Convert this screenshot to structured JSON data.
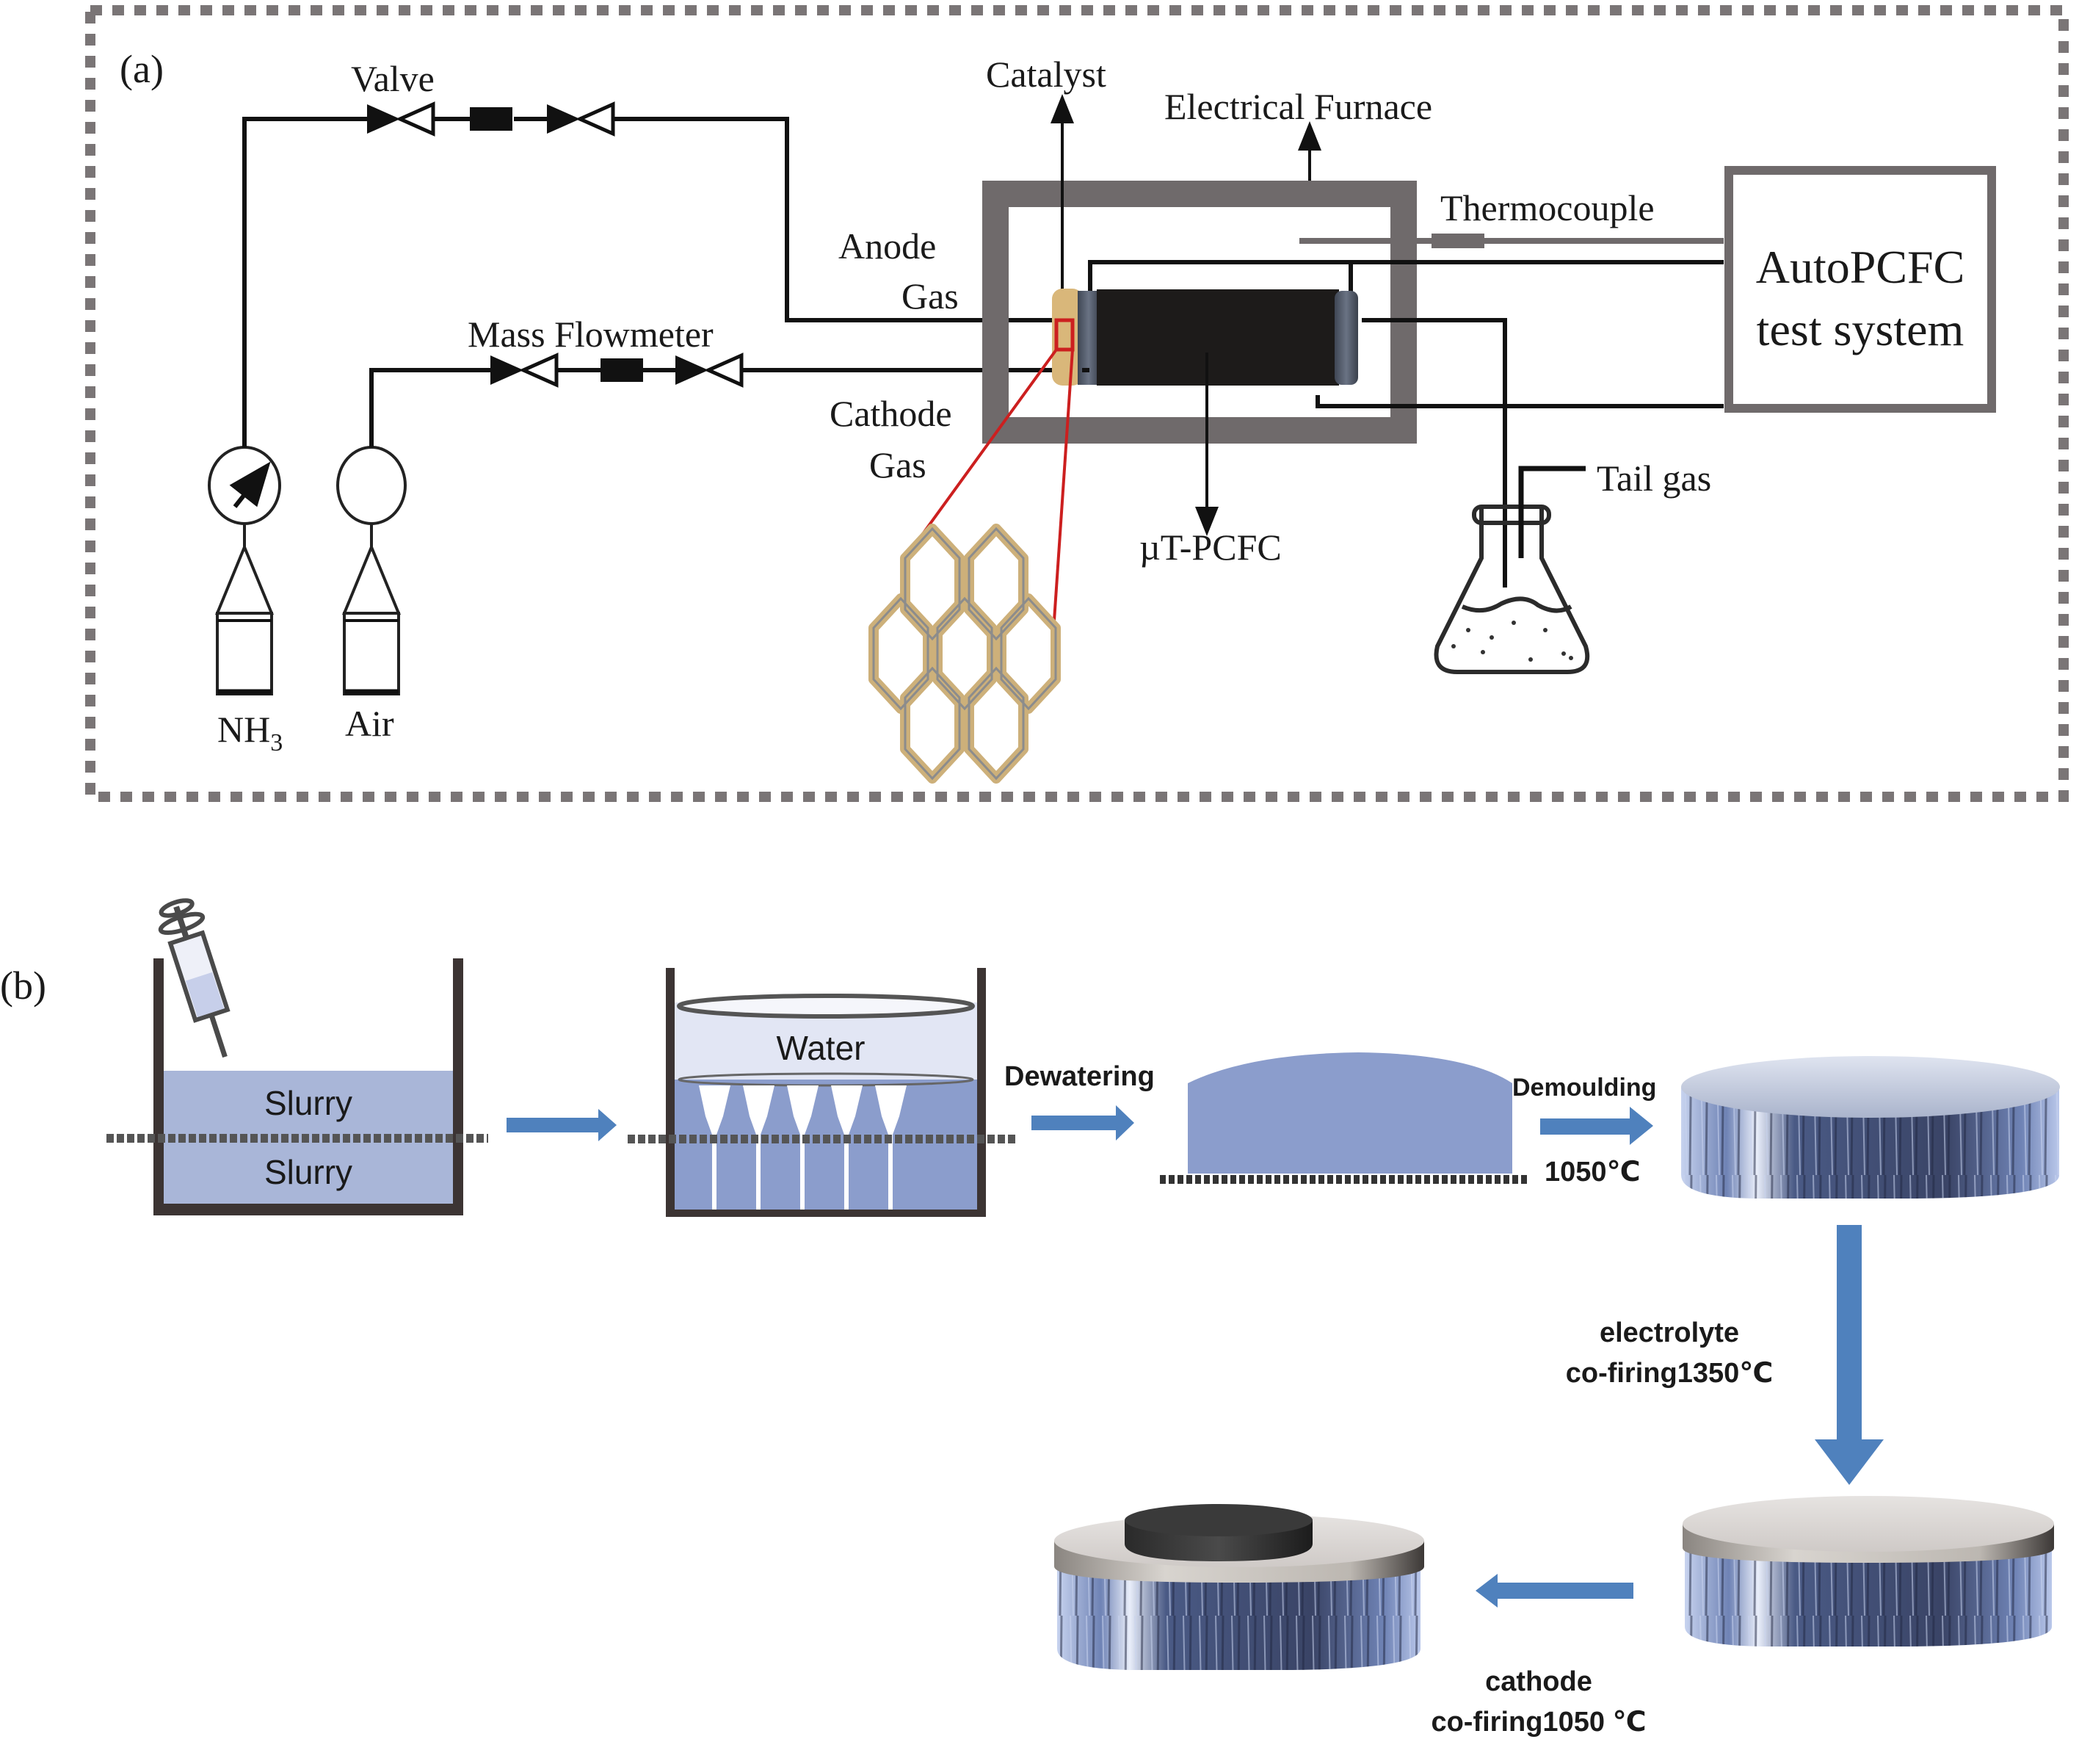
{
  "panel_a": {
    "label": "(a)",
    "valve": "Valve",
    "mass_flowmeter": "Mass Flowmeter",
    "catalyst": "Catalyst",
    "electrical_furnace": "Electrical Furnace",
    "thermocouple": "Thermocouple",
    "anode_gas_line1": "Anode",
    "anode_gas_line2": "Gas",
    "cathode_gas_line1": "Cathode",
    "cathode_gas_line2": "Gas",
    "cell": "µT-PCFC",
    "test_system_line1": "AutoPCFC",
    "test_system_line2": "test system",
    "tail_gas": "Tail gas",
    "cylinder_nh3": "NH",
    "cylinder_nh3_sub": "3",
    "cylinder_air": "Air"
  },
  "panel_b": {
    "label": "(b)",
    "slurry_top": "Slurry",
    "slurry_bottom": "Slurry",
    "water": "Water",
    "dewatering": "Dewatering",
    "demoulding": "Demoulding",
    "demoulding_temp": "1050℃",
    "electrolyte_line1": "electrolyte",
    "electrolyte_line2": "co-firing1350℃",
    "cathode_line1": "cathode",
    "cathode_line2": "co-firing1050 ℃"
  },
  "colors": {
    "furnace_gray": "#6f6a6b",
    "arrow_blue": "#4f81bd",
    "slurry_blue": "#a9b6d8",
    "frozen_blue": "#8b9dcc",
    "catalyst_tan": "#d9b77a",
    "zoom_red": "#cc1f1f"
  }
}
